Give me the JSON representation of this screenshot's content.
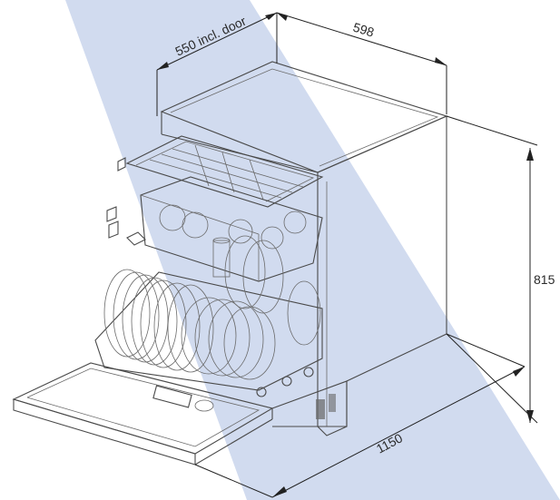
{
  "diagram": {
    "subject": "built-in dishwasher dimension drawing",
    "accent_color": "#c7d3ea",
    "line_color": "#4a4a4a",
    "dimensions": {
      "depth_label": "550 incl. door",
      "width_label": "598",
      "height_label": "815",
      "open_door_depth_label": "1150"
    }
  }
}
